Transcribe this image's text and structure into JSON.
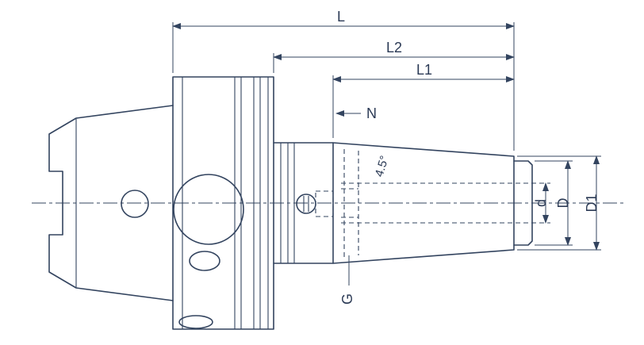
{
  "drawing": {
    "type": "technical-dimension-drawing",
    "subject": "shrink-fit tool holder with HSK shank, side view",
    "line_color": "#33445f",
    "text_color": "#2b3a55",
    "background": "#ffffff",
    "labels": {
      "overall_length": "L",
      "length2": "L2",
      "length1": "L1",
      "nose_length": "N",
      "taper_angle": "4.5°",
      "bore_diameter": "d",
      "nose_diameter": "D",
      "body_diameter": "D1",
      "thread": "G"
    }
  }
}
